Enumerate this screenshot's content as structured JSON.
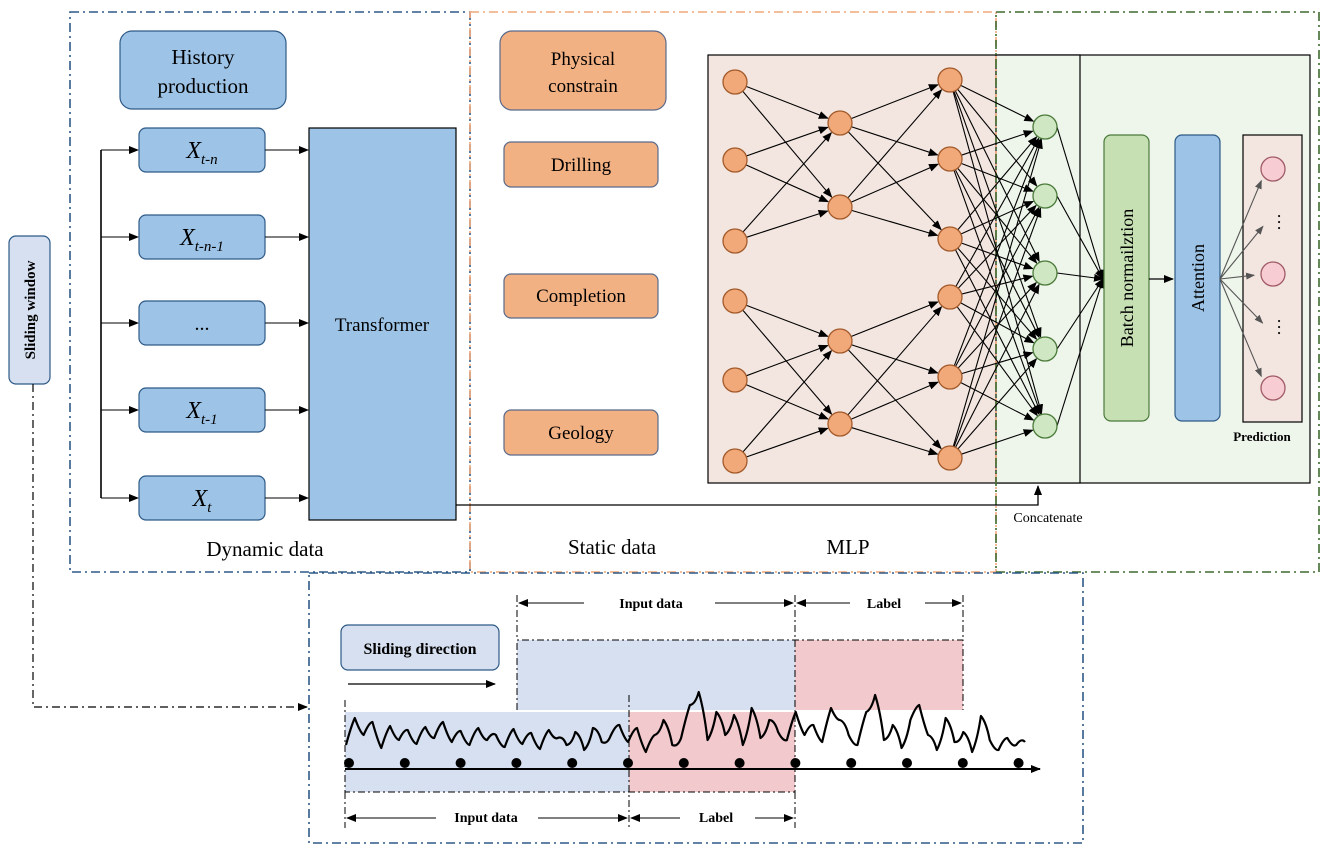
{
  "dynamic": {
    "history": [
      "History",
      "production"
    ],
    "inputs": [
      {
        "base": "X",
        "sub": "t-n"
      },
      {
        "base": "X",
        "sub": "t-n-1"
      },
      {
        "base": "...",
        "sub": ""
      },
      {
        "base": "X",
        "sub": "t-1"
      },
      {
        "base": "X",
        "sub": "t"
      }
    ],
    "transformer": "Transformer",
    "caption": "Dynamic data"
  },
  "static": {
    "boxes": [
      [
        "Physical",
        "constrain"
      ],
      [
        "Drilling"
      ],
      [
        "Completion"
      ],
      [
        "Geology"
      ]
    ],
    "caption": "Static data"
  },
  "mlp": {
    "caption": "MLP"
  },
  "head": {
    "batch_norm": "Batch normailztion",
    "attention": "Attention",
    "prediction": "Prediction",
    "concatenate": "Concatenate"
  },
  "sliding_window": "Sliding window",
  "bottom": {
    "sliding_direction": "Sliding direction",
    "top_input": "Input data",
    "top_label": "Label",
    "bottom_input": "Input data",
    "bottom_label": "Label"
  },
  "colors": {
    "blue_box": "#9dc3e6",
    "orange_box": "#f2b183",
    "green_box": "#c6e0b4",
    "mlp_bg": "#f3e6e0",
    "head_bg": "#eef5ea",
    "region_blue": "#d6e0f0",
    "region_red": "#f2c9cc",
    "frame_blue": "#2e5a87",
    "frame_orange": "#f2a87a",
    "frame_green": "#3f6a2f"
  }
}
